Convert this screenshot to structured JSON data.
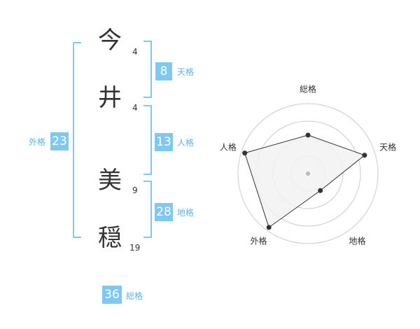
{
  "name": {
    "chars": [
      {
        "char": "今",
        "strokes": "4"
      },
      {
        "char": "井",
        "strokes": "4"
      },
      {
        "char": "美",
        "strokes": "9"
      },
      {
        "char": "穏",
        "strokes": "19"
      }
    ]
  },
  "fortunes": {
    "tenkaku": {
      "value": "8",
      "label": "天格"
    },
    "jinkaku": {
      "value": "13",
      "label": "人格"
    },
    "chikaku": {
      "value": "28",
      "label": "地格"
    },
    "gaikaku": {
      "value": "23",
      "label": "外格"
    },
    "soukaku": {
      "value": "36",
      "label": "総格"
    }
  },
  "chart_data": {
    "type": "radar",
    "axes": [
      "総格",
      "天格",
      "地格",
      "外格",
      "人格"
    ],
    "values": [
      0.55,
      0.85,
      0.3,
      0.95,
      0.95
    ],
    "rings": 4,
    "fill_color": "#f2f2f2",
    "ring_color": "#cccccc",
    "line_color": "#333333"
  }
}
